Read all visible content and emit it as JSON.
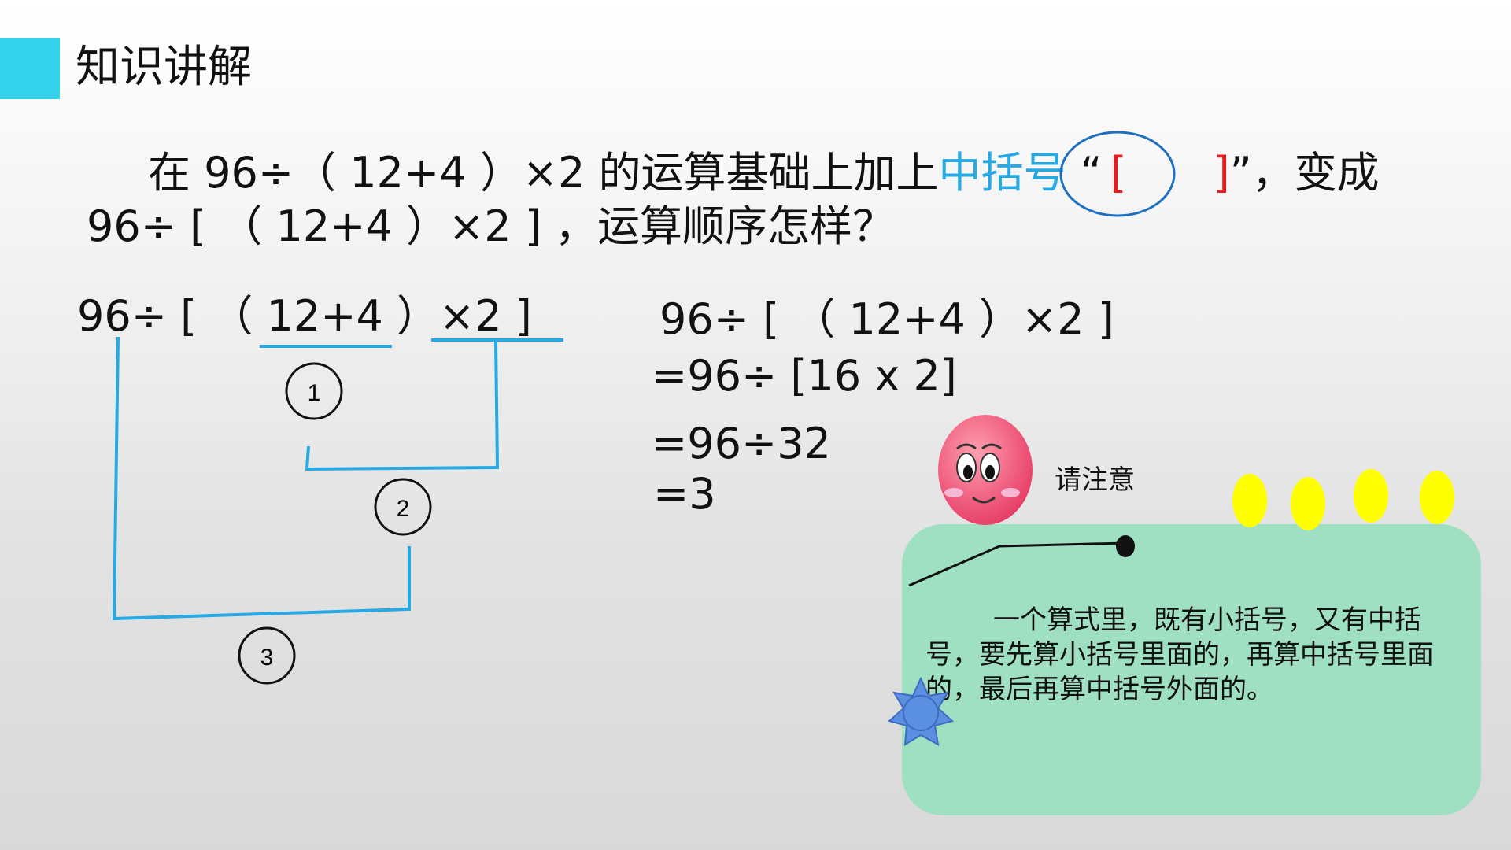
{
  "header": {
    "title": "知识讲解"
  },
  "question": {
    "line1_prefix": "在 96÷（ 12+4 ）×2 的运算基础上加上",
    "line1_highlight": "中括号",
    "quote_open": "“",
    "bracket_open": "[",
    "bracket_close": "]",
    "quote_close": "”",
    "line1_suffix": "，变成",
    "line2": "96÷ [ （ 12+4 ）×2 ] ，运算顺序怎样？"
  },
  "diagram": {
    "expression": "96÷ [ （ 12+4 ）×2 ]",
    "steps": [
      "1",
      "2",
      "3"
    ]
  },
  "solution": {
    "lines": [
      "96÷ [ （ 12+4 ）×2 ]",
      "=96÷ [16 x 2]",
      "=96÷32",
      "=3"
    ]
  },
  "callout": {
    "label": "请注意",
    "note": "一个算式里，既有小括号，又有中括号，要先算小括号里面的，再算中括号里面的，最后再算中括号外面的。"
  },
  "colors": {
    "accent": "#33d3ee",
    "highlight": "#27a9e3",
    "bracket": "#e02020",
    "diagram_lines": "#27a9e3",
    "note_box": "#9ee0c1",
    "dots": "#ffff00",
    "sun": "#5b8fe0",
    "face": "#f05a7a"
  }
}
